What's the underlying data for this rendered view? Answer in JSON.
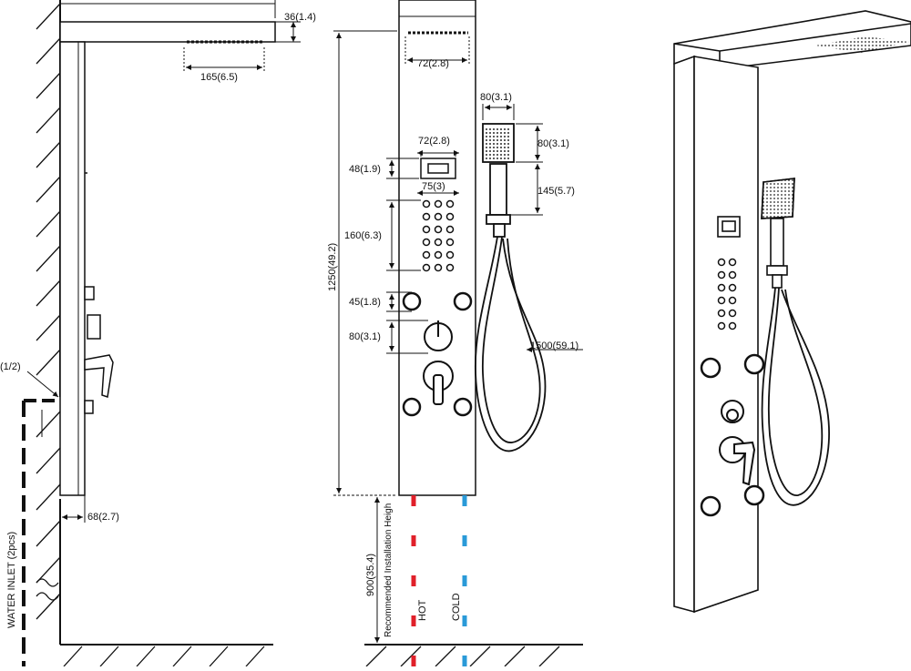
{
  "diagram": {
    "dimensions": {
      "top_thickness": "36(1.4)",
      "head_spray_width": "165(6.5)",
      "wall_offset": "68(2.7)",
      "pipe_size": "(1/2)",
      "head_width": "72(2.8)",
      "display_width": "72(2.8)",
      "display_height": "48(1.9)",
      "jets_width": "75(3)",
      "jets_height": "160(6.3)",
      "knob_size": "45(1.8)",
      "mixer_size": "80(3.1)",
      "panel_height": "1250(49.2)",
      "hand_shower_width": "80(3.1)",
      "hand_shower_height": "80(3.1)",
      "hand_holder_height": "145(5.7)",
      "hose_length": "1500(59.1)",
      "install_height": "900(35.4)"
    },
    "labels": {
      "recommended": "Recommended Installation Heigh",
      "hot": "HOT",
      "cold": "COLD",
      "inlet": "WATER INLET (2pcs)"
    },
    "colors": {
      "hot": "#e0202a",
      "cold": "#2a9ad8",
      "line": "#111111"
    }
  }
}
